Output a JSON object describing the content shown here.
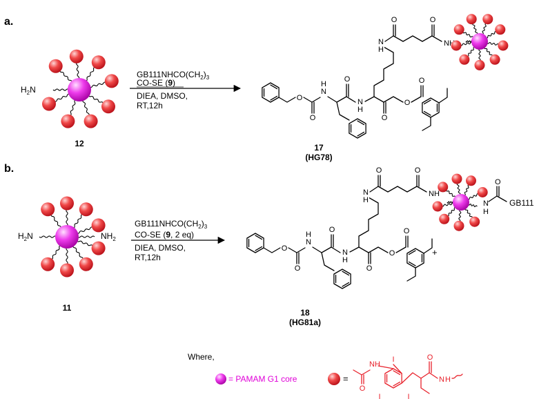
{
  "panels": [
    {
      "label": "a.",
      "start_number": "12",
      "reagent_line1_a": "GB111NHCO(CH",
      "reagent_line1_sub1": "2",
      "reagent_line1_b": ")",
      "reagent_line1_sub2": "3",
      "reagent_line2_a": "CO-SE (",
      "reagent_line2_bold": "9",
      "reagent_line2_b": ")",
      "condition_line1": "DIEA, DMSO,",
      "condition_line2": "RT,12h",
      "product_number": "17",
      "product_code": "(HG78)"
    },
    {
      "label": "b.",
      "start_number": "11",
      "reagent_line1_a": "GB111NHCO(CH",
      "reagent_line1_sub1": "2",
      "reagent_line1_b": ")",
      "reagent_line1_sub2": "3",
      "reagent_line2_a": "CO-SE (",
      "reagent_line2_bold": "9",
      "reagent_line2_b": ", 2 eq)",
      "condition_line1": "DIEA, DMSO,",
      "condition_line2": "RT,12h",
      "product_number": "18",
      "product_code": "(HG81a)",
      "plus_sign": "+",
      "gb_label": "GB111"
    }
  ],
  "atoms": {
    "h2n": "H",
    "h2n_sub": "2",
    "h2n_n": "N",
    "nh2_n": "NH",
    "nh2_sub": "2",
    "O": "O",
    "NH": "NH",
    "N": "N",
    "H": "H",
    "I": "I"
  },
  "legend": {
    "where": "Where,",
    "core_text": "= PAMAM G1 core",
    "ball_eq": "="
  },
  "colors": {
    "core": "#e000d8",
    "ball": "#e8212b",
    "legend_text": "#e000d8"
  }
}
